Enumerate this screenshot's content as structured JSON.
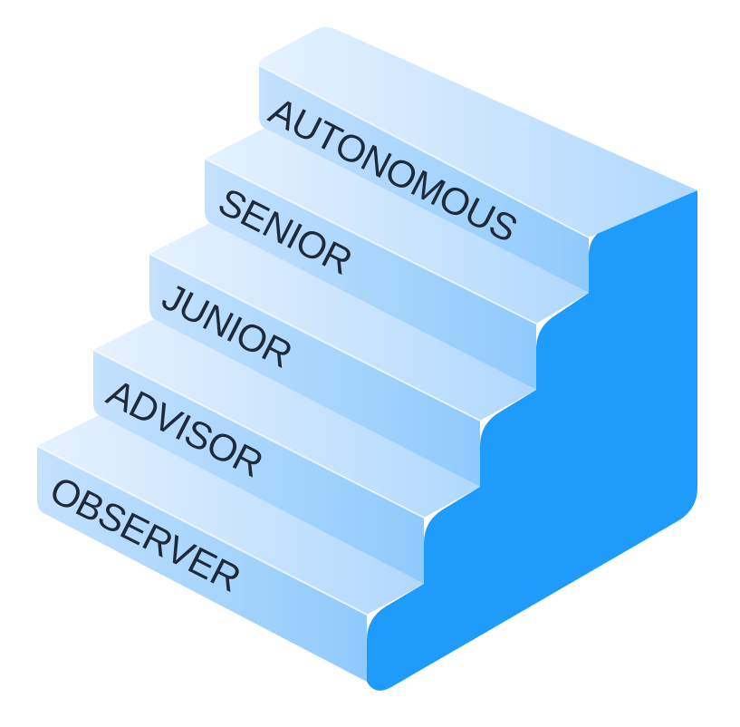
{
  "diagram": {
    "steps": [
      {
        "label": "OBSERVER"
      },
      {
        "label": "ADVISOR"
      },
      {
        "label": "JUNIOR"
      },
      {
        "label": "SENIOR"
      },
      {
        "label": "AUTONOMOUS"
      }
    ],
    "colors": {
      "tread_top_light": "#e6f2ff",
      "tread_top_dark": "#b0d8fd",
      "riser_light": "#c4e1fd",
      "riser_dark": "#8fcafc",
      "side_face": "#1f9bfc",
      "label_text": "#1e2a3a"
    }
  }
}
